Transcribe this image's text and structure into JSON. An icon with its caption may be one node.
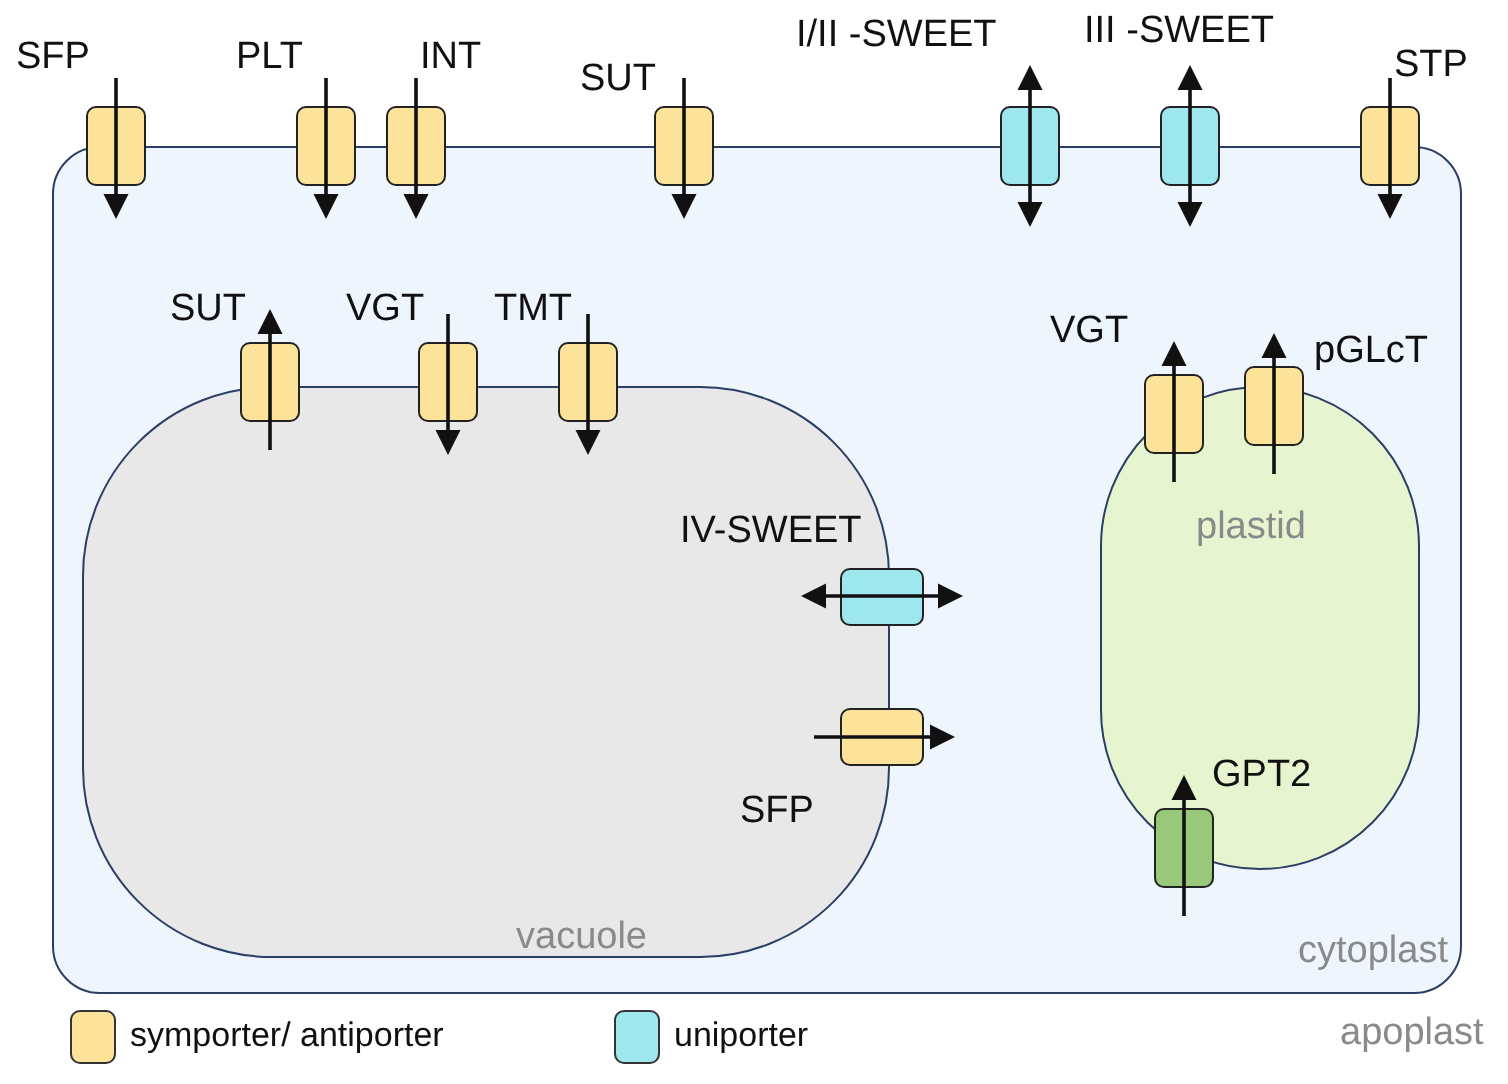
{
  "diagram": {
    "nodes": [
      {
        "text": [
          "cytoplast"
        ]
      },
      {
        "text": [
          "SFP"
        ]
      },
      {
        "text": [
          "PLT"
        ]
      },
      {
        "text": [
          "INT"
        ]
      },
      {
        "text": [
          "SUT"
        ]
      },
      {
        "text": [
          "I/II -SWEET"
        ]
      },
      {
        "text": [
          "III -SWEET"
        ]
      },
      {
        "text": [
          "STP"
        ]
      },
      {
        "text": [
          "vacuole"
        ],
        "in": 0
      },
      {
        "text": [
          "SUT"
        ],
        "in": 0
      },
      {
        "text": [
          "VGT"
        ],
        "in": 0
      },
      {
        "text": [
          "TMT"
        ],
        "in": 0
      },
      {
        "text": [
          "plastid"
        ],
        "in": 0
      },
      {
        "text": [
          "VGT"
        ],
        "in": 0
      },
      {
        "text": [
          "pGLcT"
        ],
        "in": 0
      },
      {
        "text": [
          "IV-SWEET"
        ],
        "in": 8
      },
      {
        "text": [
          "SFP"
        ],
        "in": 8
      },
      {
        "text": [
          "GPT2"
        ],
        "in": 12
      }
    ],
    "labels": [
      "apoplast"
    ],
    "legend": [
      {
        "text": "symporter/ antiporter",
        "color": "#fde29a"
      },
      {
        "text": "uniporter",
        "color": "#9fe7ee"
      }
    ]
  }
}
